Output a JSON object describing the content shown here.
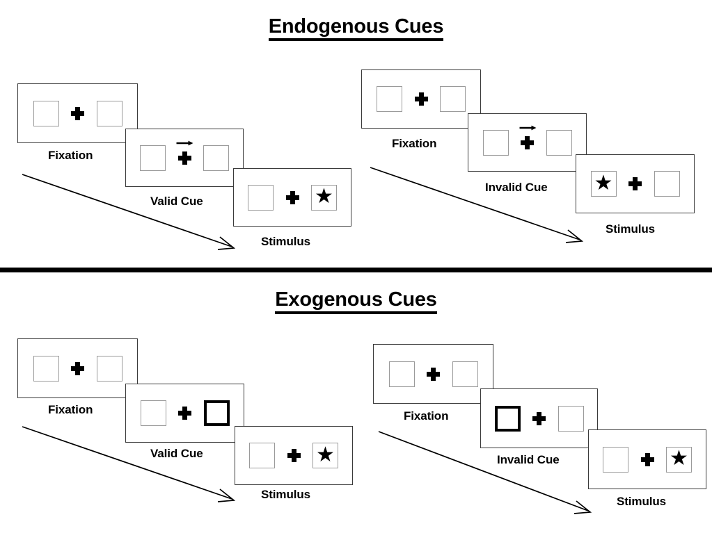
{
  "figure": {
    "type": "diagram",
    "description": "Posner cueing paradigm: endogenous vs exogenous cue trial sequences"
  },
  "sections": [
    {
      "id": "endogenous",
      "title": "Endogenous Cues",
      "groups": [
        {
          "id": "endogenous-valid",
          "cue_type": "valid",
          "panels": [
            {
              "caption": "Fixation",
              "left_box": "empty",
              "right_box": "empty",
              "arrow_cue": false
            },
            {
              "caption": "Valid Cue",
              "left_box": "empty",
              "right_box": "empty",
              "arrow_cue": true,
              "arrow_direction": "right"
            },
            {
              "caption": "Stimulus",
              "left_box": "empty",
              "right_box": "star",
              "arrow_cue": false
            }
          ]
        },
        {
          "id": "endogenous-invalid",
          "cue_type": "invalid",
          "panels": [
            {
              "caption": "Fixation",
              "left_box": "empty",
              "right_box": "empty",
              "arrow_cue": false
            },
            {
              "caption": "Invalid Cue",
              "left_box": "empty",
              "right_box": "empty",
              "arrow_cue": true,
              "arrow_direction": "right"
            },
            {
              "caption": "Stimulus",
              "left_box": "star",
              "right_box": "empty",
              "arrow_cue": false
            }
          ]
        }
      ]
    },
    {
      "id": "exogenous",
      "title": "Exogenous Cues",
      "groups": [
        {
          "id": "exogenous-valid",
          "cue_type": "valid",
          "panels": [
            {
              "caption": "Fixation",
              "left_box": "empty",
              "right_box": "empty",
              "arrow_cue": false
            },
            {
              "caption": "Valid Cue",
              "left_box": "empty",
              "right_box": "cued",
              "arrow_cue": false
            },
            {
              "caption": "Stimulus",
              "left_box": "empty",
              "right_box": "star",
              "arrow_cue": false
            }
          ]
        },
        {
          "id": "exogenous-invalid",
          "cue_type": "invalid",
          "panels": [
            {
              "caption": "Fixation",
              "left_box": "empty",
              "right_box": "empty",
              "arrow_cue": false
            },
            {
              "caption": "Invalid Cue",
              "left_box": "cued",
              "right_box": "empty",
              "arrow_cue": false
            },
            {
              "caption": "Stimulus",
              "left_box": "empty",
              "right_box": "star",
              "arrow_cue": false
            }
          ]
        }
      ]
    }
  ],
  "glyphs": {
    "star": "★",
    "fixation_cross": "plus-sign",
    "cue_arrow": "arrow-right-small",
    "sequence_arrow": "arrow-diagonal-down-right"
  },
  "colors": {
    "background": "#ffffff",
    "ink": "#000000",
    "panel_border": "#3a3a3a",
    "box_border": "#9a9a9a",
    "cued_box_border": "#000000",
    "divider": "#000000"
  }
}
